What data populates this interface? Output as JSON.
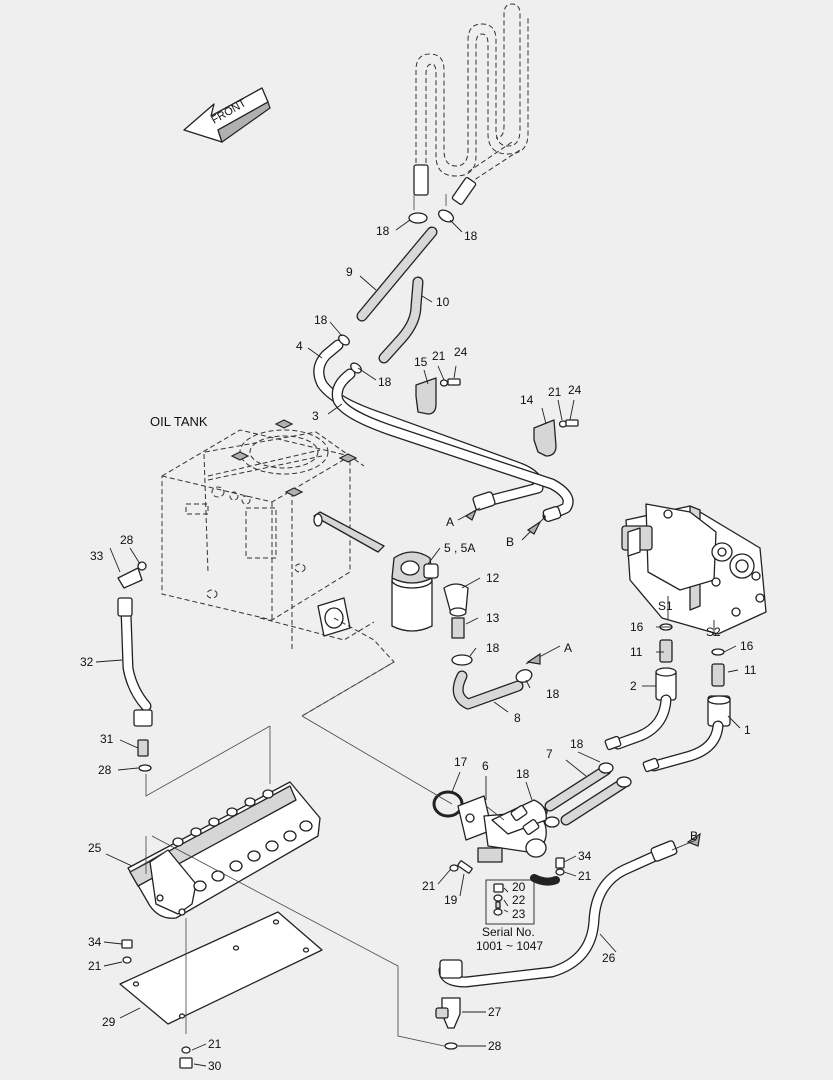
{
  "diagram": {
    "front_label": "FRONT",
    "oil_tank_label": "OIL TANK",
    "serial_line1": "Serial No.",
    "serial_line2": "1001 ~ 1047",
    "parts": {
      "p1": "1",
      "p2": "2",
      "p3": "3",
      "p4": "4",
      "p5": "5 , 5A",
      "p6": "6",
      "p7": "7",
      "p8": "8",
      "p9": "9",
      "p10": "10",
      "p11a": "11",
      "p11b": "11",
      "p12": "12",
      "p13": "13",
      "p14": "14",
      "p15": "15",
      "p16a": "16",
      "p16b": "16",
      "p17": "17",
      "p18a": "18",
      "p18b": "18",
      "p18c": "18",
      "p18d": "18",
      "p18e": "18",
      "p18f": "18",
      "p18g": "18",
      "p18h": "18",
      "p19": "19",
      "p20": "20",
      "p21a": "21",
      "p21b": "21",
      "p21c": "21",
      "p21d": "21",
      "p21e": "21",
      "p21f": "21",
      "p22": "22",
      "p23": "23",
      "p24a": "24",
      "p24b": "24",
      "p25": "25",
      "p26": "26",
      "p27": "27",
      "p28a": "28",
      "p28b": "28",
      "p28c": "28",
      "p29": "29",
      "p30": "30",
      "p31": "31",
      "p32": "32",
      "p33": "33",
      "p34a": "34",
      "p34b": "34"
    },
    "ports": {
      "s1": "S1",
      "s2": "S2"
    },
    "connections": {
      "a1": "A",
      "a2": "A",
      "b1": "B",
      "b2": "B"
    }
  }
}
